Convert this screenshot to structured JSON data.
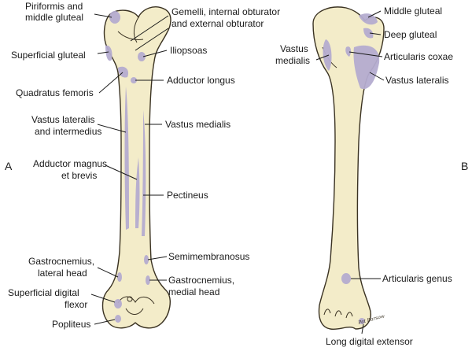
{
  "panels": {
    "a": "A",
    "b": "B"
  },
  "labels_a": {
    "piriformis_1": "Piriformis and",
    "piriformis_2": "middle gluteal",
    "gemelli_1": "Gemelli, internal obturator",
    "gemelli_2": "and external obturator",
    "superficial_gluteal": "Superficial gluteal",
    "iliopsoas": "Iliopsoas",
    "adductor_longus": "Adductor longus",
    "quadratus_femoris": "Quadratus femoris",
    "vastus_lat_int_1": "Vastus lateralis",
    "vastus_lat_int_2": "and intermedius",
    "vastus_medialis": "Vastus medialis",
    "adductor_magnus_1": "Adductor magnus",
    "adductor_magnus_2": "et brevis",
    "pectineus": "Pectineus",
    "semimembranosus": "Semimembranosus",
    "gastroc_lateral_1": "Gastrocnemius,",
    "gastroc_lateral_2": "lateral head",
    "gastroc_medial_1": "Gastrocnemius,",
    "gastroc_medial_2": "medial head",
    "sdf_1": "Superficial digital",
    "sdf_2": "flexor",
    "popliteus": "Popliteus"
  },
  "labels_b": {
    "middle_gluteal": "Middle gluteal",
    "deep_gluteal": "Deep gluteal",
    "vastus_medialis_1": "Vastus",
    "vastus_medialis_2": "medialis",
    "articularis_coxae": "Articularis coxae",
    "vastus_lateralis": "Vastus lateralis",
    "articularis_genus": "Articularis genus",
    "long_digital_extensor": "Long digital extensor"
  },
  "signature": "Pat Barsow",
  "colors": {
    "bone_fill": "#f3ecc9",
    "attachment": "#b4acd0",
    "outline": "#3a3222"
  }
}
